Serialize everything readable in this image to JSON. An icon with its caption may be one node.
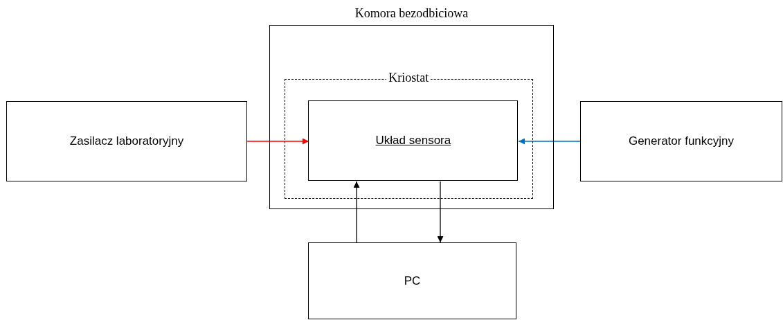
{
  "diagram": {
    "nodes": [
      {
        "text": [
          "Komora bezodbiciowa"
        ]
      },
      {
        "text": [
          "Kriostat"
        ],
        "in": 0
      },
      {
        "text": [
          "Układ sensora"
        ],
        "in": 1
      },
      {
        "text": [
          "Zasilacz laboratoryjny"
        ]
      },
      {
        "text": [
          "Generator funkcyjny"
        ]
      },
      {
        "text": [
          "PC"
        ]
      }
    ],
    "edges": [
      {
        "from": 3,
        "to": 2,
        "arrow": "to",
        "color": "#ff0000"
      },
      {
        "from": 4,
        "to": 2,
        "arrow": "to",
        "color": "#0070c0"
      },
      {
        "from": 5,
        "to": 2,
        "arrow": "to"
      },
      {
        "from": 2,
        "to": 5,
        "arrow": "to"
      }
    ]
  }
}
